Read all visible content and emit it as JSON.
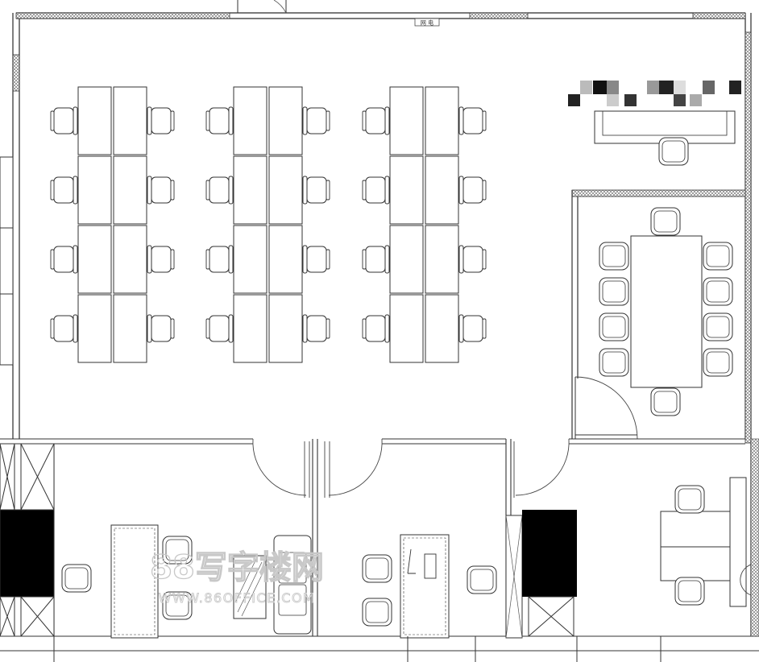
{
  "plan": {
    "outlet_label": "网 电",
    "watermark_cn": "88写字楼网",
    "watermark_url": "WWW.86OFFICE.COM"
  },
  "colors": {
    "line": "#2a2a2a",
    "hatch": "#555555",
    "fill_dark": "#000000",
    "background": "#ffffff",
    "watermark": "#cfcfcf"
  }
}
